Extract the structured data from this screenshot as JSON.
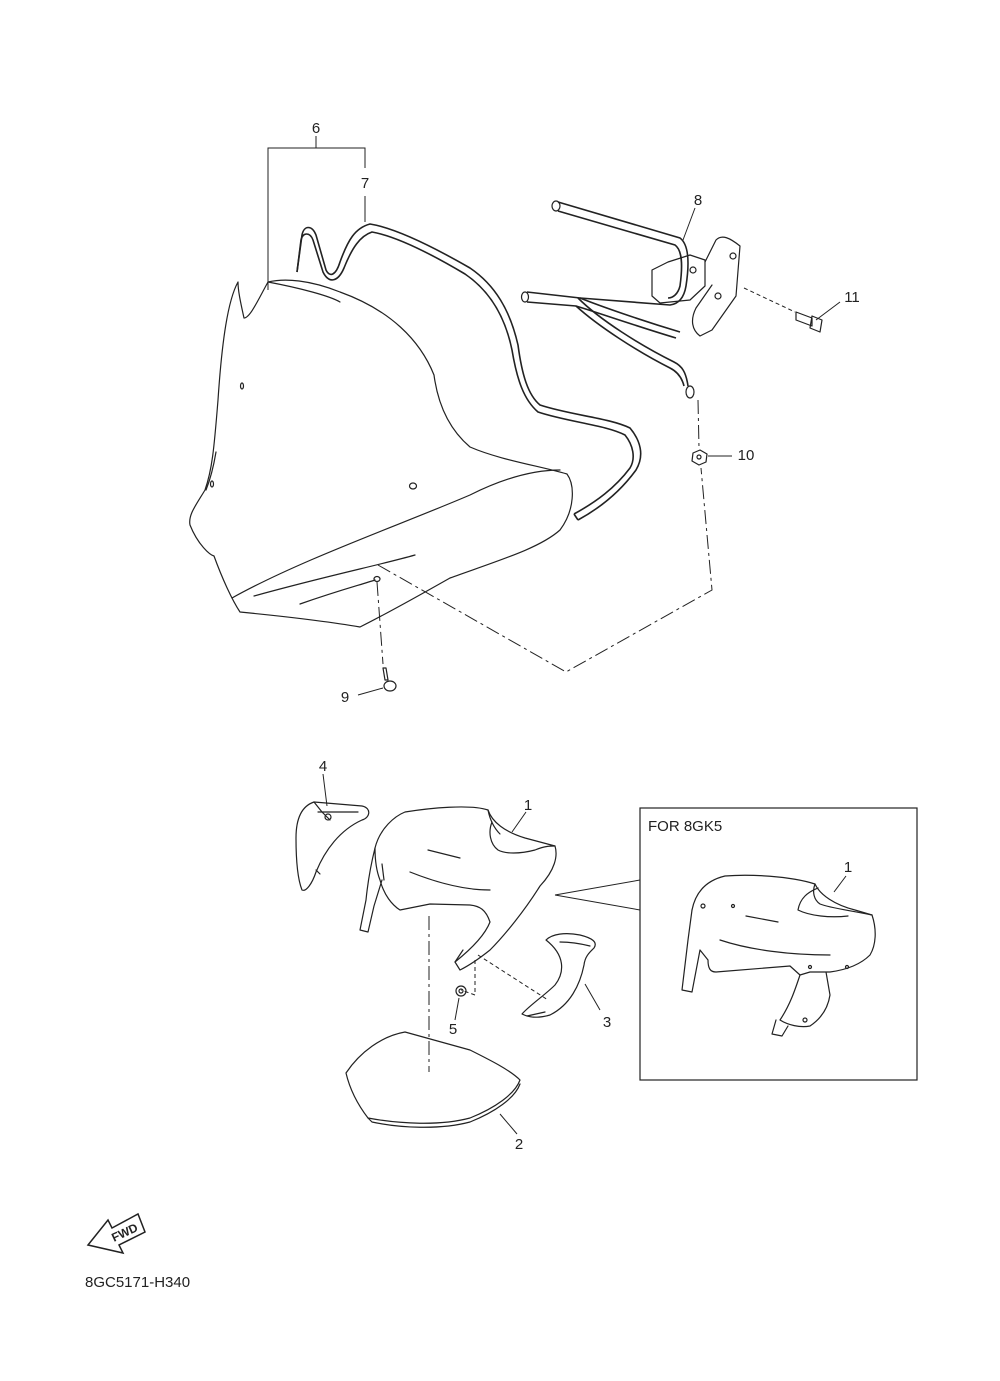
{
  "callouts": [
    {
      "id": "6",
      "text": "6"
    },
    {
      "id": "7",
      "text": "7"
    },
    {
      "id": "8",
      "text": "8"
    },
    {
      "id": "9",
      "text": "9"
    },
    {
      "id": "10",
      "text": "10"
    },
    {
      "id": "11",
      "text": "11"
    },
    {
      "id": "4",
      "text": "4"
    },
    {
      "id": "1",
      "text": "1"
    },
    {
      "id": "3",
      "text": "3"
    },
    {
      "id": "5",
      "text": "5"
    },
    {
      "id": "2",
      "text": "2"
    },
    {
      "id": "1b",
      "text": "1"
    }
  ],
  "inset": {
    "title": "FOR 8GK5"
  },
  "fwd_badge": {
    "text": "FWD"
  },
  "diagram_code": "8GC5171-H340"
}
